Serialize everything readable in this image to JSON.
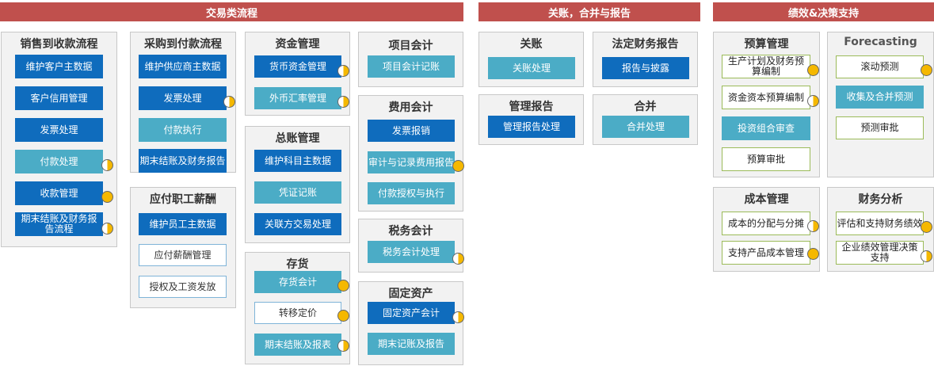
{
  "headers": {
    "transactional": "交易类流程",
    "closing": "关账，合并与报告",
    "performance": "绩效&决策支持"
  },
  "panels": {
    "order_to_cash": {
      "title": "销售到收款流程",
      "items": [
        "维护客户主数据",
        "客户信用管理",
        "发票处理",
        "付款处理",
        "收款管理",
        "期末结账及财务报告流程"
      ]
    },
    "procure_to_pay": {
      "title": "采购到付款流程",
      "items": [
        "维护供应商主数据",
        "发票处理",
        "付款执行",
        "期末结账及财务报告"
      ]
    },
    "payroll": {
      "title": "应付职工薪酬",
      "items": [
        "维护员工主数据",
        "应付薪酬管理",
        "授权及工资发放"
      ]
    },
    "treasury": {
      "title": "资金管理",
      "items": [
        "货币资金管理",
        "外币汇率管理"
      ]
    },
    "general_ledger": {
      "title": "总账管理",
      "items": [
        "维护科目主数据",
        "凭证记账",
        "关联方交易处理"
      ]
    },
    "inventory": {
      "title": "存货",
      "items": [
        "存货会计",
        "转移定价",
        "期末结账及报表"
      ]
    },
    "project_accounting": {
      "title": "项目会计",
      "items": [
        "项目会计记账"
      ]
    },
    "expense_accounting": {
      "title": "费用会计",
      "items": [
        "发票报销",
        "审计与记录费用报告",
        "付款授权与执行"
      ]
    },
    "tax_accounting": {
      "title": "税务会计",
      "items": [
        "税务会计处理"
      ]
    },
    "fixed_assets": {
      "title": "固定资产",
      "items": [
        "固定资产会计",
        "期末记账及报告"
      ]
    },
    "closing": {
      "title": "关账",
      "items": [
        "关账处理"
      ]
    },
    "statutory_reporting": {
      "title": "法定财务报告",
      "items": [
        "报告与披露"
      ]
    },
    "management_reporting": {
      "title": "管理报告",
      "items": [
        "管理报告处理"
      ]
    },
    "consolidation": {
      "title": "合并",
      "items": [
        "合并处理"
      ]
    },
    "budget": {
      "title": "预算管理",
      "items": [
        "生产计划及财务预算编制",
        "资金资本预算编制",
        "投资组合审查",
        "预算审批"
      ]
    },
    "forecasting": {
      "title": "Forecasting",
      "items": [
        "滚动预测",
        "收集及合并预测",
        "预测审批"
      ]
    },
    "cost": {
      "title": "成本管理",
      "items": [
        "成本的分配与分摊",
        "支持产品成本管理"
      ]
    },
    "analysis": {
      "title": "财务分析",
      "items": [
        "评估和支持财务绩效",
        "企业绩效管理决策支持"
      ]
    }
  },
  "colors": {
    "header_red": "#c0504d",
    "dark_blue": "#0f6cbd",
    "light_blue": "#4bacc6",
    "panel_gray": "#f2f2f2",
    "indicator_gold": "#f5b800"
  }
}
